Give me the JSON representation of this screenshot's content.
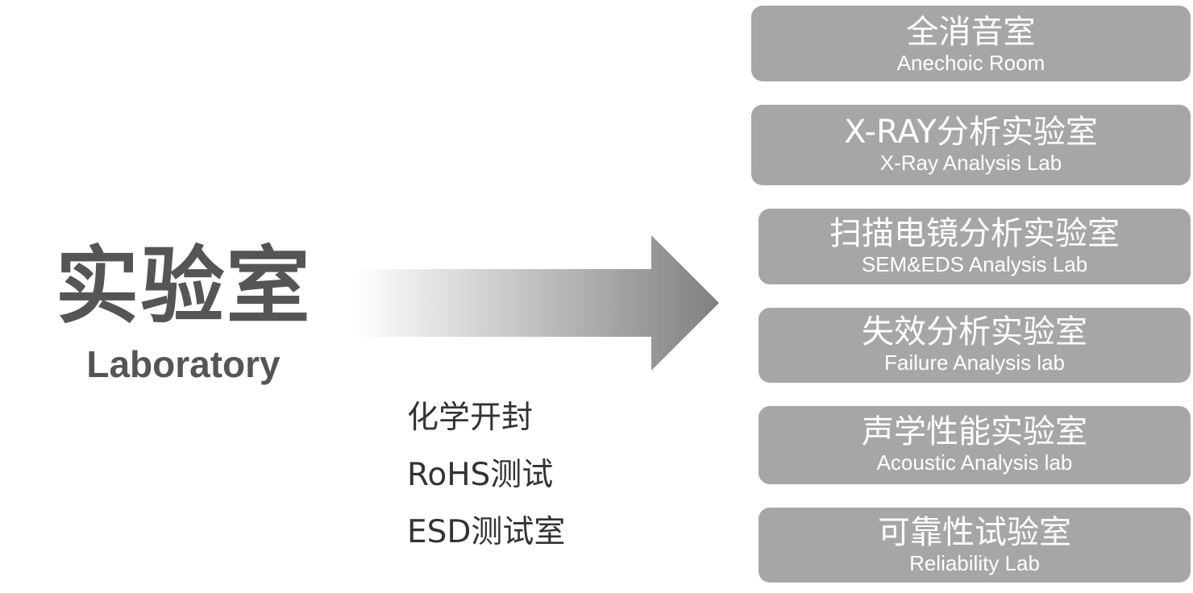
{
  "heading": {
    "title": "实验室",
    "subtitle": "Laboratory"
  },
  "services": [
    "化学开封",
    "RoHS测试",
    "ESD测试室"
  ],
  "labs": [
    {
      "title": "全消音室",
      "subtitle": "Anechoic Room"
    },
    {
      "title": "X-RAY分析实验室",
      "subtitle": "X-Ray Analysis Lab"
    },
    {
      "title": "扫描电镜分析实验室",
      "subtitle": "SEM&EDS Analysis Lab"
    },
    {
      "title": "失效分析实验室",
      "subtitle": "Failure Analysis lab"
    },
    {
      "title": "声学性能实验室",
      "subtitle": "Acoustic Analysis lab"
    },
    {
      "title": "可靠性试验室",
      "subtitle": "Reliability Lab"
    }
  ],
  "colors": {
    "box": "#a6a6a6",
    "box_text": "#ffffff",
    "title": "#555555",
    "arrow_start": "#ffffff",
    "arrow_end": "#808080"
  }
}
